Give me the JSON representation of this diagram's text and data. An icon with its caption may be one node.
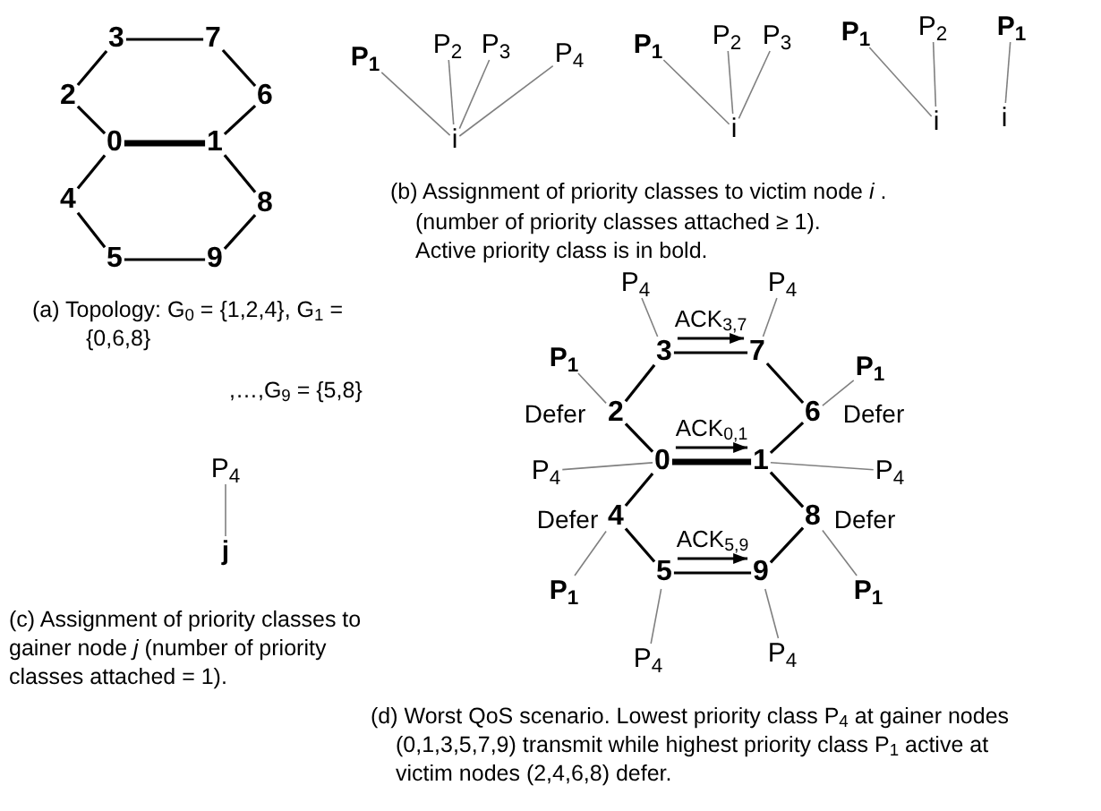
{
  "diagram": {
    "nodes": [
      {
        "text": [
          "3"
        ]
      },
      {
        "text": [
          "7"
        ]
      },
      {
        "text": [
          "2"
        ]
      },
      {
        "text": [
          "6"
        ]
      },
      {
        "text": [
          "0"
        ]
      },
      {
        "text": [
          "1"
        ]
      },
      {
        "text": [
          "4"
        ]
      },
      {
        "text": [
          "8"
        ]
      },
      {
        "text": [
          "5"
        ]
      },
      {
        "text": [
          "9"
        ]
      },
      {
        "text": [
          "P$_{1}$"
        ]
      },
      {
        "text": [
          "P$_{2}$"
        ]
      },
      {
        "text": [
          "P$_{3}$"
        ]
      },
      {
        "text": [
          "P$_{4}$"
        ]
      },
      {
        "text": [
          "i"
        ]
      },
      {
        "text": [
          "P$_{1}$"
        ]
      },
      {
        "text": [
          "P$_{2}$"
        ]
      },
      {
        "text": [
          "P$_{3}$"
        ]
      },
      {
        "text": [
          "i"
        ]
      },
      {
        "text": [
          "P$_{1}$"
        ]
      },
      {
        "text": [
          "P$_{2}$"
        ]
      },
      {
        "text": [
          "i"
        ]
      },
      {
        "text": [
          "P$_{1}$"
        ]
      },
      {
        "text": [
          "i"
        ]
      },
      {
        "text": [
          "P$_{4}$"
        ]
      },
      {
        "text": [
          "j"
        ]
      },
      {
        "text": [
          "3"
        ]
      },
      {
        "text": [
          "7"
        ]
      },
      {
        "text": [
          "2"
        ],
        "beside": [
          "Defer"
        ]
      },
      {
        "text": [
          "6"
        ],
        "beside": [
          "Defer"
        ]
      },
      {
        "text": [
          "0"
        ]
      },
      {
        "text": [
          "1"
        ]
      },
      {
        "text": [
          "4"
        ],
        "beside": [
          "Defer"
        ]
      },
      {
        "text": [
          "8"
        ],
        "beside": [
          "Defer"
        ]
      },
      {
        "text": [
          "5"
        ]
      },
      {
        "text": [
          "9"
        ]
      },
      {
        "text": [
          "P$_{4}$"
        ]
      },
      {
        "text": [
          "P$_{4}$"
        ]
      },
      {
        "text": [
          "P$_{1}$"
        ]
      },
      {
        "text": [
          "P$_{1}$"
        ]
      },
      {
        "text": [
          "P$_{4}$"
        ]
      },
      {
        "text": [
          "P$_{4}$"
        ]
      },
      {
        "text": [
          "P$_{1}$"
        ]
      },
      {
        "text": [
          "P$_{1}$"
        ]
      },
      {
        "text": [
          "P$_{4}$"
        ]
      },
      {
        "text": [
          "P$_{4}$"
        ]
      }
    ],
    "edges": [
      {
        "from": 0,
        "to": 1,
        "arrow": "none"
      },
      {
        "from": 0,
        "to": 2,
        "arrow": "none"
      },
      {
        "from": 1,
        "to": 3,
        "arrow": "none"
      },
      {
        "from": 2,
        "to": 4,
        "arrow": "none"
      },
      {
        "from": 3,
        "to": 5,
        "arrow": "none"
      },
      {
        "from": 4,
        "to": 5,
        "arrow": "none",
        "style": "thick"
      },
      {
        "from": 4,
        "to": 6,
        "arrow": "none"
      },
      {
        "from": 5,
        "to": 7,
        "arrow": "none"
      },
      {
        "from": 6,
        "to": 8,
        "arrow": "none"
      },
      {
        "from": 7,
        "to": 9,
        "arrow": "none"
      },
      {
        "from": 8,
        "to": 9,
        "arrow": "none"
      },
      {
        "from": 10,
        "to": 14,
        "arrow": "none",
        "color": "#808080"
      },
      {
        "from": 11,
        "to": 14,
        "arrow": "none",
        "color": "#808080"
      },
      {
        "from": 12,
        "to": 14,
        "arrow": "none",
        "color": "#808080"
      },
      {
        "from": 13,
        "to": 14,
        "arrow": "none",
        "color": "#808080"
      },
      {
        "from": 15,
        "to": 18,
        "arrow": "none",
        "color": "#808080"
      },
      {
        "from": 16,
        "to": 18,
        "arrow": "none",
        "color": "#808080"
      },
      {
        "from": 17,
        "to": 18,
        "arrow": "none",
        "color": "#808080"
      },
      {
        "from": 19,
        "to": 21,
        "arrow": "none",
        "color": "#808080"
      },
      {
        "from": 20,
        "to": 21,
        "arrow": "none",
        "color": "#808080"
      },
      {
        "from": 22,
        "to": 23,
        "arrow": "none",
        "color": "#808080"
      },
      {
        "from": 24,
        "to": 25,
        "arrow": "none",
        "color": "#808080"
      },
      {
        "from": 26,
        "to": 27,
        "arrow": "none"
      },
      {
        "from": 26,
        "to": 27,
        "arrow": "to",
        "label": "ACK$_{3,7}$"
      },
      {
        "from": 28,
        "to": 26,
        "arrow": "none"
      },
      {
        "from": 27,
        "to": 29,
        "arrow": "none"
      },
      {
        "from": 28,
        "to": 30,
        "arrow": "none"
      },
      {
        "from": 29,
        "to": 31,
        "arrow": "none"
      },
      {
        "from": 30,
        "to": 31,
        "arrow": "none",
        "style": "thick"
      },
      {
        "from": 30,
        "to": 31,
        "arrow": "to",
        "label": "ACK$_{0,1}$"
      },
      {
        "from": 30,
        "to": 32,
        "arrow": "none"
      },
      {
        "from": 31,
        "to": 33,
        "arrow": "none"
      },
      {
        "from": 32,
        "to": 34,
        "arrow": "none"
      },
      {
        "from": 33,
        "to": 35,
        "arrow": "none"
      },
      {
        "from": 34,
        "to": 35,
        "arrow": "none"
      },
      {
        "from": 34,
        "to": 35,
        "arrow": "to",
        "label": "ACK$_{5,9}$"
      },
      {
        "from": 36,
        "to": 26,
        "arrow": "none",
        "color": "#808080"
      },
      {
        "from": 37,
        "to": 27,
        "arrow": "none",
        "color": "#808080"
      },
      {
        "from": 38,
        "to": 28,
        "arrow": "none",
        "color": "#808080"
      },
      {
        "from": 39,
        "to": 29,
        "arrow": "none",
        "color": "#808080"
      },
      {
        "from": 40,
        "to": 30,
        "arrow": "none",
        "color": "#808080"
      },
      {
        "from": 41,
        "to": 31,
        "arrow": "none",
        "color": "#808080"
      },
      {
        "from": 42,
        "to": 32,
        "arrow": "none",
        "color": "#808080"
      },
      {
        "from": 43,
        "to": 33,
        "arrow": "none",
        "color": "#808080"
      },
      {
        "from": 44,
        "to": 34,
        "arrow": "none",
        "color": "#808080"
      },
      {
        "from": 45,
        "to": 35,
        "arrow": "none",
        "color": "#808080"
      }
    ],
    "labels": [
      "(a) Topology: G$_{0}$ = {1,2,4}, G$_{1}$ = {0,6,8}",
      ",…,G$_{9}$ = {5,8}",
      "(b) Assignment of priority classes to victim node *i* .",
      "(number of priority classes attached ≥ 1).",
      "Active priority class is in bold.",
      "(c) Assignment of priority classes to gainer node *j* (number of priority classes attached = 1).",
      "(d) Worst QoS scenario. Lowest priority class P$_{4}$ at gainer nodes (0,1,3,5,7,9) transmit while highest priority class P$_{1}$ active at victim nodes (2,4,6,8) defer."
    ]
  }
}
